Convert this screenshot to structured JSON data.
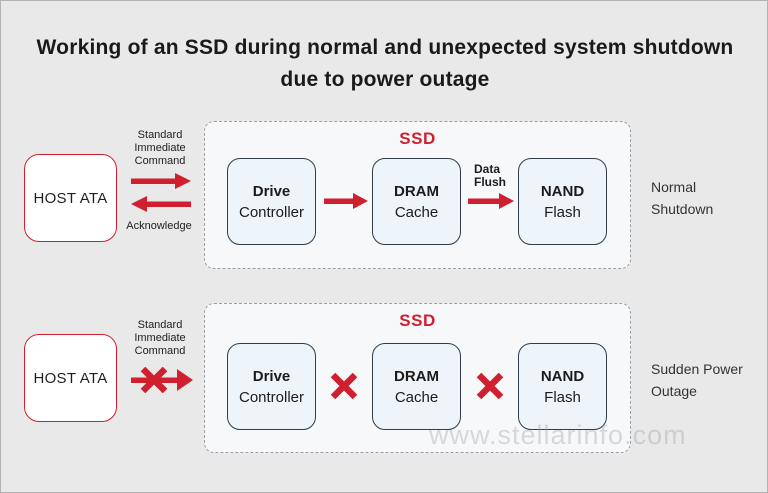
{
  "title": "Working of an SSD during normal and unexpected system shutdown due to power outage",
  "watermark": "www.stellarinfo.com",
  "colors": {
    "accent_red": "#d0202f",
    "canvas_bg": "#e9e9e9",
    "panel_bg": "#f7f8f9",
    "node_fill": "#edf4fa",
    "node_border": "#323d47"
  },
  "rows": [
    {
      "host_label": "HOST ATA",
      "command_label": "Standard Immediate Command",
      "ack_label": "Acknowledge",
      "ssd_label": "SSD",
      "data_flush_label": "Data Flush",
      "row_label": "Normal Shutdown",
      "boxes": [
        {
          "line1": "Drive",
          "line2": "Controller"
        },
        {
          "line1": "DRAM",
          "line2": "Cache"
        },
        {
          "line1": "NAND",
          "line2": "Flash"
        }
      ]
    },
    {
      "host_label": "HOST ATA",
      "command_label": "Standard Immediate Command",
      "ssd_label": "SSD",
      "row_label": "Sudden Power Outage",
      "boxes": [
        {
          "line1": "Drive",
          "line2": "Controller"
        },
        {
          "line1": "DRAM",
          "line2": "Cache"
        },
        {
          "line1": "NAND",
          "line2": "Flash"
        }
      ]
    }
  ]
}
